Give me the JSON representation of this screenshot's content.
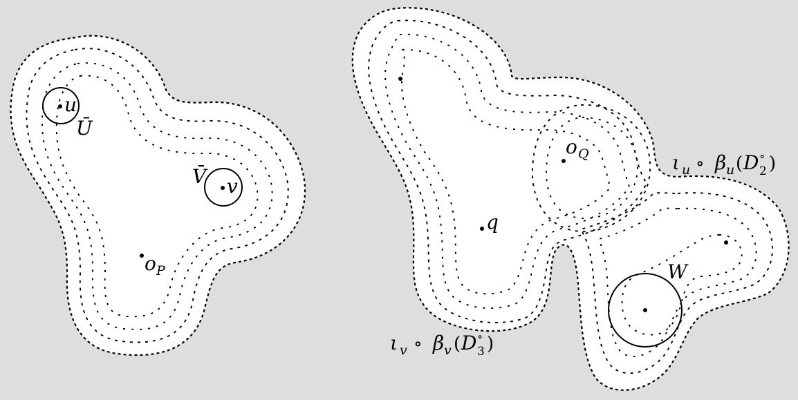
{
  "labels": {
    "u": "u",
    "U_bar": "Ū",
    "V_bar": "V̄",
    "v": "v",
    "o_P_main": "o",
    "o_P_sub": "P",
    "o_Q_main": "o",
    "o_Q_sub": "Q",
    "q": "q",
    "W": "W",
    "iota_u_expr": {
      "iota": "ι",
      "iota_sub": "u",
      "circ": "∘",
      "beta": "β",
      "beta_sub": "u",
      "open_paren": "(",
      "D": "D",
      "D_sub": "2",
      "D_sup": "∘",
      "close_paren": ")"
    },
    "iota_v_expr": {
      "iota": "ι",
      "iota_sub": "v",
      "circ": "∘",
      "beta": "β",
      "beta_sub": "v",
      "open_paren": "(",
      "D": "D",
      "D_sub": "3",
      "D_sup": "∘",
      "close_paren": ")"
    }
  },
  "colors": {
    "background": "#dedede",
    "region_fill": "#ffffff",
    "stroke": "#000000"
  }
}
